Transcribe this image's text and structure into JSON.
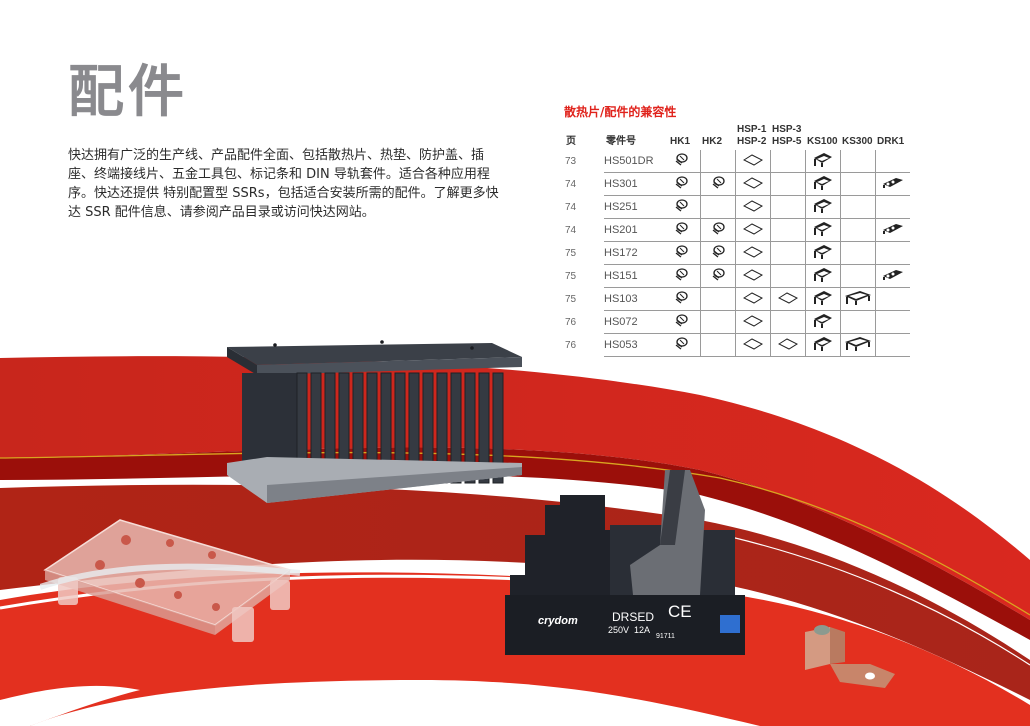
{
  "page": {
    "title": "配件",
    "intro": "快达拥有广泛的生产线、产品配件全面、包括散热片、热垫、防护盖、插座、终端接线片、五金工具包、标记条和 DIN 导轨套件。适合各种应用程序。快达还提供  特别配置型 SSRs，包括适合安装所需的配件。了解更多快达 SSR 配件信息、请参阅产品目录或访问快达网站。"
  },
  "table": {
    "title": "散热片/配件的兼容性",
    "headers": {
      "page": "页",
      "part": "零件号",
      "hk1": "HK1",
      "hk2": "HK2",
      "hsp12_line1": "HSP-1",
      "hsp12_line2": "HSP-2",
      "hsp35_line1": "HSP-3",
      "hsp35_line2": "HSP-5",
      "ks100": "KS100",
      "ks300": "KS300",
      "drk1": "DRK1"
    },
    "rows": [
      {
        "page": "73",
        "part": "HS501DR",
        "hk1": true,
        "hk2": false,
        "hsp12": true,
        "hsp35": false,
        "ks100": true,
        "ks300": false,
        "drk1": false
      },
      {
        "page": "74",
        "part": "HS301",
        "hk1": true,
        "hk2": true,
        "hsp12": true,
        "hsp35": false,
        "ks100": true,
        "ks300": false,
        "drk1": true
      },
      {
        "page": "74",
        "part": "HS251",
        "hk1": true,
        "hk2": false,
        "hsp12": true,
        "hsp35": false,
        "ks100": true,
        "ks300": false,
        "drk1": false
      },
      {
        "page": "74",
        "part": "HS201",
        "hk1": true,
        "hk2": true,
        "hsp12": true,
        "hsp35": false,
        "ks100": true,
        "ks300": false,
        "drk1": true
      },
      {
        "page": "75",
        "part": "HS172",
        "hk1": true,
        "hk2": true,
        "hsp12": true,
        "hsp35": false,
        "ks100": true,
        "ks300": false,
        "drk1": false
      },
      {
        "page": "75",
        "part": "HS151",
        "hk1": true,
        "hk2": true,
        "hsp12": true,
        "hsp35": false,
        "ks100": true,
        "ks300": false,
        "drk1": true
      },
      {
        "page": "75",
        "part": "HS103",
        "hk1": true,
        "hk2": false,
        "hsp12": true,
        "hsp35": true,
        "ks100": true,
        "ks300": true,
        "drk1": false
      },
      {
        "page": "76",
        "part": "HS072",
        "hk1": true,
        "hk2": false,
        "hsp12": true,
        "hsp35": false,
        "ks100": true,
        "ks300": false,
        "drk1": false
      },
      {
        "page": "76",
        "part": "HS053",
        "hk1": true,
        "hk2": false,
        "hsp12": true,
        "hsp35": true,
        "ks100": true,
        "ks300": true,
        "drk1": false
      }
    ],
    "icons": {
      "hk1": "screw-kit-icon",
      "hk2": "screw-kit-icon",
      "hsp12": "thermal-pad-icon",
      "hsp35": "thermal-pad-icon",
      "ks100": "clip-kit-icon",
      "ks300": "clip-kit-large-icon",
      "drk1": "din-rail-kit-icon"
    }
  },
  "products": {
    "relay_socket": {
      "brand": "crydom",
      "model": "DRSED",
      "rating": "250V  12A",
      "code": "91711",
      "cert": "CE"
    }
  },
  "colors": {
    "accent_red": "#e0231c",
    "band_red": "#d92a20",
    "band_dark": "#9b0f0a",
    "title_gray": "#8a8a8e"
  }
}
